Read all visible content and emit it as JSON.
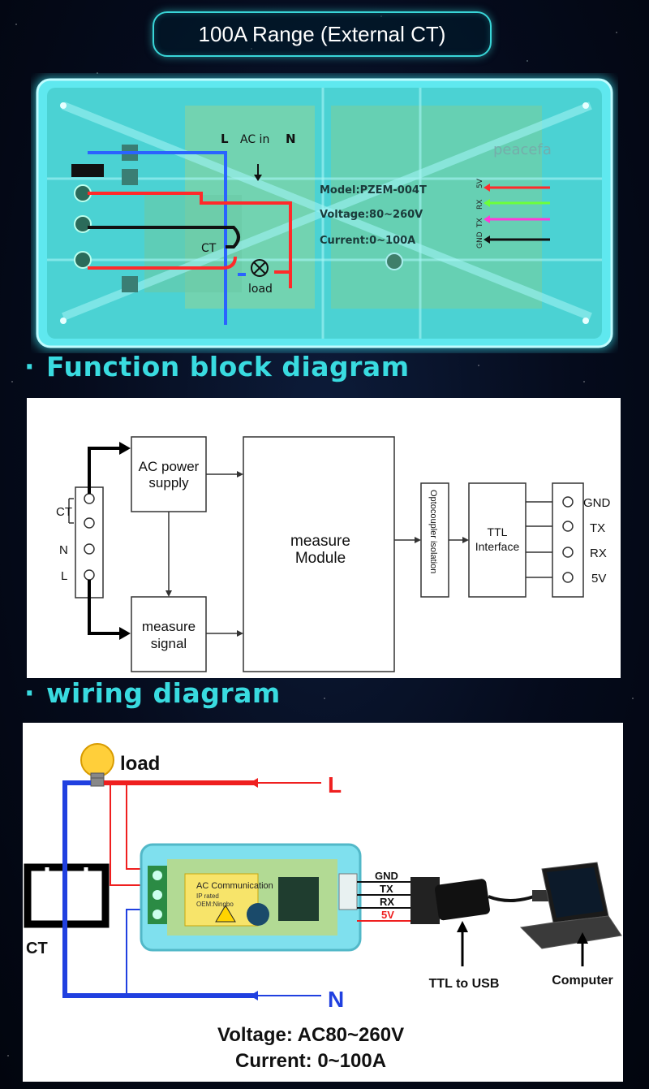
{
  "header": {
    "range_title": "100A Range (External CT)"
  },
  "module": {
    "logo_text": "peacefa",
    "labels": {
      "ac_in": "AC in",
      "line": "L",
      "neutral": "N",
      "ct": "CT",
      "load": "load",
      "model": "Model:PZEM-004T",
      "voltage": "Voltage:80~260V",
      "current": "Current:0~100A",
      "pin_5v": "5V",
      "pin_rx": "RX",
      "pin_tx": "TX",
      "pin_gnd": "GND"
    },
    "colors": {
      "glow": "#3ef2ff",
      "board": "#7bd7b4",
      "wire_red": "#ff2a2a",
      "wire_blue": "#2a63ff"
    }
  },
  "sections": {
    "function_block": "Function block diagram",
    "wiring": "wiring diagram",
    "bullet": "·"
  },
  "block_diagram": {
    "terminals": [
      "CT",
      "N",
      "L"
    ],
    "ac_power_supply": [
      "AC power",
      "supply"
    ],
    "measure_signal": [
      "measure",
      "signal"
    ],
    "measure_module": [
      "measure",
      "Module"
    ],
    "optocoupler": "Optocoupler isolation",
    "ttl_interface": [
      "TTL",
      "Interface"
    ],
    "pins": [
      "GND",
      "TX",
      "RX",
      "5V"
    ]
  },
  "wiring_diagram": {
    "load": "load",
    "line": "L",
    "neutral": "N",
    "ct": "CT",
    "pins": [
      "GND",
      "TX",
      "RX",
      "5V"
    ],
    "module_text": [
      "AC Communication",
      "IP rated",
      "OEM:Ningbo"
    ],
    "ttl_to_usb": "TTL to USB",
    "computer": "Computer",
    "voltage": "Voltage: AC80~260V",
    "current": "Current: 0~100A"
  }
}
